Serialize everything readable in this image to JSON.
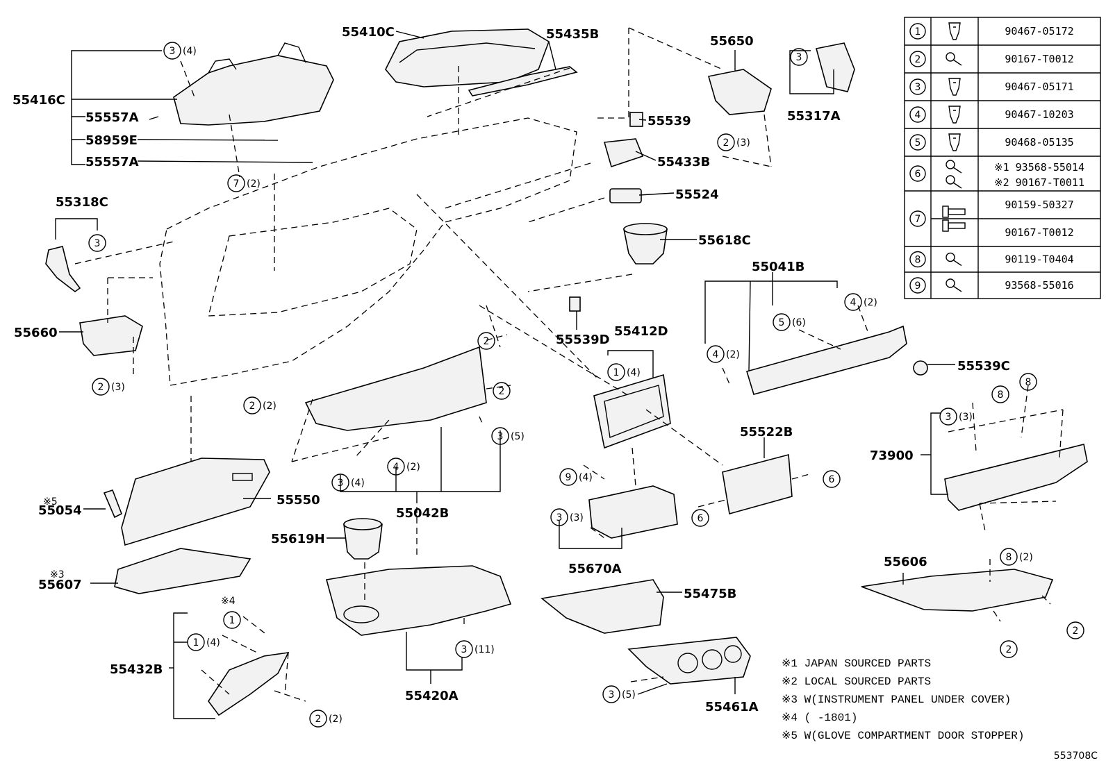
{
  "labels": [
    {
      "id": "55410C",
      "text": "55410C"
    },
    {
      "id": "55435B",
      "text": "55435B"
    },
    {
      "id": "55650",
      "text": "55650"
    },
    {
      "id": "55317A",
      "text": "55317A"
    },
    {
      "id": "55416C",
      "text": "55416C"
    },
    {
      "id": "55557A_1",
      "text": "55557A"
    },
    {
      "id": "58959E",
      "text": "58959E"
    },
    {
      "id": "55557A_2",
      "text": "55557A"
    },
    {
      "id": "55539",
      "text": "55539"
    },
    {
      "id": "55433B",
      "text": "55433B"
    },
    {
      "id": "55524",
      "text": "55524"
    },
    {
      "id": "55618C",
      "text": "55618C"
    },
    {
      "id": "55318C",
      "text": "55318C"
    },
    {
      "id": "55041B",
      "text": "55041B"
    },
    {
      "id": "55660",
      "text": "55660"
    },
    {
      "id": "55539D",
      "text": "55539D"
    },
    {
      "id": "55412D",
      "text": "55412D"
    },
    {
      "id": "55539C",
      "text": "55539C"
    },
    {
      "id": "55522B",
      "text": "55522B"
    },
    {
      "id": "73900",
      "text": "73900"
    },
    {
      "id": "55054",
      "text": "55054"
    },
    {
      "id": "55550",
      "text": "55550"
    },
    {
      "id": "55042B",
      "text": "55042B"
    },
    {
      "id": "55619H",
      "text": "55619H"
    },
    {
      "id": "55670A",
      "text": "55670A"
    },
    {
      "id": "55607",
      "text": "55607"
    },
    {
      "id": "55606",
      "text": "55606"
    },
    {
      "id": "55475B",
      "text": "55475B"
    },
    {
      "id": "55432B",
      "text": "55432B"
    },
    {
      "id": "55420A",
      "text": "55420A"
    },
    {
      "id": "55461A",
      "text": "55461A"
    }
  ],
  "markers": [
    {
      "num": "3",
      "qty": "(4)"
    },
    {
      "num": "7",
      "qty": "(2)"
    },
    {
      "num": "3",
      "qty": ""
    },
    {
      "num": "2",
      "qty": "(3)"
    },
    {
      "num": "3",
      "qty": ""
    },
    {
      "num": "2",
      "qty": "(3)"
    },
    {
      "num": "5",
      "qty": "(6)"
    },
    {
      "num": "4",
      "qty": "(2)"
    },
    {
      "num": "4",
      "qty": "(2)"
    },
    {
      "num": "2",
      "qty": ""
    },
    {
      "num": "2",
      "qty": ""
    },
    {
      "num": "2",
      "qty": "(2)"
    },
    {
      "num": "1",
      "qty": "(4)"
    },
    {
      "num": "3",
      "qty": "(5)"
    },
    {
      "num": "3",
      "qty": "(4)"
    },
    {
      "num": "4",
      "qty": "(2)"
    },
    {
      "num": "9",
      "qty": "(4)"
    },
    {
      "num": "3",
      "qty": "(3)"
    },
    {
      "num": "6",
      "qty": ""
    },
    {
      "num": "6",
      "qty": ""
    },
    {
      "num": "8",
      "qty": ""
    },
    {
      "num": "8",
      "qty": ""
    },
    {
      "num": "3",
      "qty": "(3)"
    },
    {
      "num": "8",
      "qty": "(2)"
    },
    {
      "num": "1",
      "qty": ""
    },
    {
      "num": "1",
      "qty": "(4)"
    },
    {
      "num": "2",
      "qty": "(2)"
    },
    {
      "num": "3",
      "qty": "(11)"
    },
    {
      "num": "3",
      "qty": "(5)"
    },
    {
      "num": "2",
      "qty": ""
    },
    {
      "num": "2",
      "qty": ""
    }
  ],
  "note_marks": [
    {
      "text": "※5"
    },
    {
      "text": "※3"
    },
    {
      "text": "※4"
    }
  ],
  "legend": [
    {
      "num": "1",
      "part": "90467-05172",
      "icon": "clip-icon"
    },
    {
      "num": "2",
      "part": "90167-T0012",
      "icon": "screw-icon"
    },
    {
      "num": "3",
      "part": "90467-05171",
      "icon": "clip-icon"
    },
    {
      "num": "4",
      "part": "90467-10203",
      "icon": "clip-icon"
    },
    {
      "num": "5",
      "part": "90468-05135",
      "icon": "clip-icon"
    },
    {
      "num": "6",
      "part": "※1 93568-55014",
      "part2": "※2 90167-T0011",
      "icon": "screw-icon"
    },
    {
      "num": "7",
      "part": "90159-50327",
      "part2": "90167-T0012",
      "icon": "bolt-icon"
    },
    {
      "num": "8",
      "part": "90119-T0404",
      "icon": "screw-icon"
    },
    {
      "num": "9",
      "part": "93568-55016",
      "icon": "screw-icon"
    }
  ],
  "notes": [
    "※1  JAPAN  SOURCED  PARTS",
    "※2  LOCAL  SOURCED  PARTS",
    "※3  W(INSTRUMENT PANEL UNDER COVER)",
    "※4 (      -1801)",
    "※5 W(GLOVE COMPARTMENT DOOR STOPPER)"
  ],
  "diagram_code": "553708C"
}
